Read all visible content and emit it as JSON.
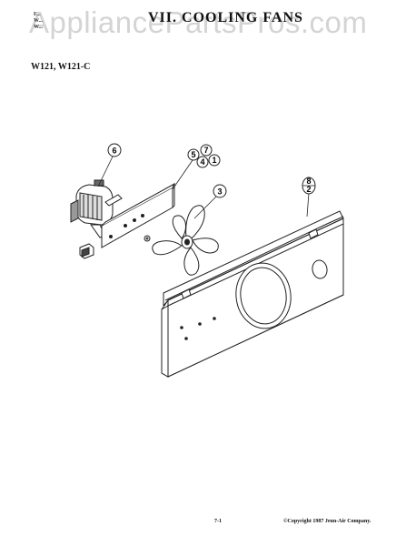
{
  "header": {
    "small_lines": [
      "F...",
      "W...",
      "W..."
    ],
    "title": "VII. COOLING FANS",
    "watermark": "AppliancePartsPros.com"
  },
  "models": "W121, W121-C",
  "callouts": {
    "c6": "6",
    "c5": "5",
    "c7": "7",
    "c4": "4",
    "c1": "1",
    "c3": "3",
    "c8": "8",
    "c2": "2"
  },
  "footer": {
    "page_number": "7-1",
    "copyright": "©Copyright 1987 Jenn-Air Company."
  }
}
